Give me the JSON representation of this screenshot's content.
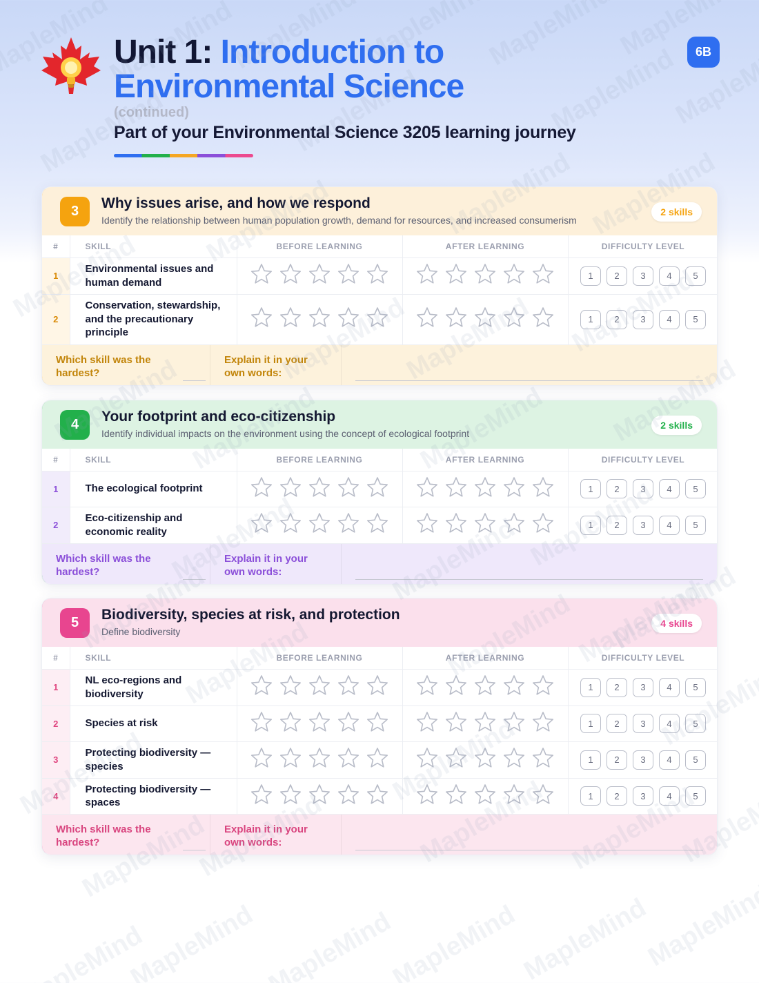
{
  "header": {
    "unit_label": "Unit 1:",
    "title_part1": "Introduction to",
    "title_part2": "Environmental Science",
    "continued": "(continued)",
    "journey": "Part of your Environmental Science 3205 learning journey",
    "grade_badge": "6B"
  },
  "columns": {
    "num": "#",
    "skill": "SKILL",
    "before": "BEFORE LEARNING",
    "after": "AFTER LEARNING",
    "difficulty": "DIFFICULTY LEVEL"
  },
  "difficulty_levels": [
    "1",
    "2",
    "3",
    "4",
    "5"
  ],
  "stars_per_rating": 5,
  "reflection": {
    "hardest": "Which skill was the hardest?",
    "explain": "Explain it in your own words:"
  },
  "sections": [
    {
      "number": "3",
      "title": "Why issues arise, and how we respond",
      "subtitle": "Identify the relationship between human population growth, demand for resources, and increased consumerism",
      "skills_count": "2 skills",
      "accent": "#f5a30f",
      "head_bg": "#fdf0da",
      "row_num_bg": "#fff6e6",
      "num_color": "#d98a06",
      "reflect_bg": "#fdf2dc",
      "reflect_color": "#c2850a",
      "skills": [
        {
          "num": "1",
          "name": "Environmental issues and human demand"
        },
        {
          "num": "2",
          "name": "Conservation, stewardship, and the precautionary principle"
        }
      ]
    },
    {
      "number": "4",
      "title": "Your footprint and eco-citizenship",
      "subtitle": "Identify individual impacts on the environment using the concept of ecological footprint",
      "skills_count": "2 skills",
      "accent": "#22b04b",
      "head_bg": "#ddf3e3",
      "row_num_bg": "#f1ecfb",
      "num_color": "#8b4fd9",
      "reflect_bg": "#efe8fb",
      "reflect_color": "#8b4fd9",
      "skills": [
        {
          "num": "1",
          "name": "The ecological footprint"
        },
        {
          "num": "2",
          "name": "Eco-citizenship and economic reality"
        }
      ]
    },
    {
      "number": "5",
      "title": "Biodiversity, species at risk, and protection",
      "subtitle": "Define biodiversity",
      "skills_count": "4 skills",
      "accent": "#e8458f",
      "head_bg": "#fbe0ec",
      "row_num_bg": "#fdeef4",
      "num_color": "#e0457f",
      "reflect_bg": "#fce6ef",
      "reflect_color": "#d9457f",
      "skills": [
        {
          "num": "1",
          "name": "NL eco-regions and biodiversity"
        },
        {
          "num": "2",
          "name": "Species at risk"
        },
        {
          "num": "3",
          "name": "Protecting biodiversity — species"
        },
        {
          "num": "4",
          "name": "Protecting biodiversity — spaces"
        }
      ]
    }
  ],
  "watermark": "MapleMind",
  "icons": {
    "logo": "maple-leaf-lightbulb-icon",
    "star": "star-outline-icon"
  }
}
